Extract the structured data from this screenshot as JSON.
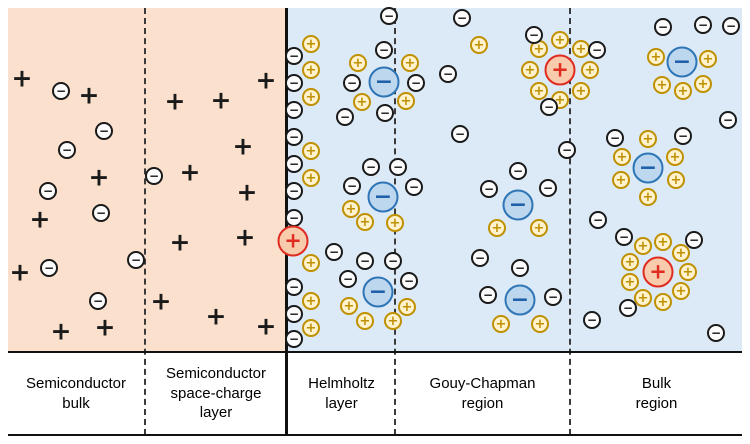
{
  "labels": {
    "semiconductor_bulk": "Semiconductor bulk",
    "space_charge": "Semiconductor space-charge layer",
    "helmholtz": "Helmholtz layer",
    "gouy_chapman": "Gouy-Chapman region",
    "bulk_region": "Bulk region"
  },
  "colors": {
    "semiconductor_bg": "#FAE0CD",
    "electrolyte_bg": "#DCE9F6",
    "gold_ion_border": "#BF9000",
    "gold_ion_fill": "#FFF2CC",
    "blue_ion_border": "#2E75B6",
    "blue_ion_fill": "#BDD7EE",
    "red_ion_border": "#E02B20",
    "red_ion_fill": "#F8CBAD"
  },
  "ion_glyphs": {
    "plus": "+",
    "minus": "−",
    "gplus": "+",
    "blue": "−",
    "red": "+"
  },
  "ion_names": {
    "plus": "positive-charge-symbol",
    "minus": "negative-ion-circle",
    "gplus": "positive-ion-circle",
    "blue": "solvated-negative-ion",
    "red": "solvated-positive-ion"
  },
  "ions": [
    [
      22,
      78,
      "plus"
    ],
    [
      89,
      95,
      "plus"
    ],
    [
      99,
      177,
      "plus"
    ],
    [
      40,
      219,
      "plus"
    ],
    [
      20,
      272,
      "plus"
    ],
    [
      61,
      331,
      "plus"
    ],
    [
      105,
      327,
      "plus"
    ],
    [
      61,
      91,
      "minus"
    ],
    [
      104,
      131,
      "minus"
    ],
    [
      67,
      150,
      "minus"
    ],
    [
      48,
      191,
      "minus"
    ],
    [
      101,
      213,
      "minus"
    ],
    [
      49,
      268,
      "minus"
    ],
    [
      98,
      301,
      "minus"
    ],
    [
      175,
      101,
      "plus"
    ],
    [
      221,
      100,
      "plus"
    ],
    [
      266,
      80,
      "plus"
    ],
    [
      190,
      172,
      "plus"
    ],
    [
      243,
      146,
      "plus"
    ],
    [
      247,
      192,
      "plus"
    ],
    [
      180,
      242,
      "plus"
    ],
    [
      245,
      237,
      "plus"
    ],
    [
      161,
      301,
      "plus"
    ],
    [
      216,
      316,
      "plus"
    ],
    [
      266,
      326,
      "plus"
    ],
    [
      154,
      176,
      "minus"
    ],
    [
      136,
      260,
      "minus"
    ],
    [
      294,
      56,
      "minus"
    ],
    [
      294,
      83,
      "minus"
    ],
    [
      294,
      110,
      "minus"
    ],
    [
      294,
      137,
      "minus"
    ],
    [
      294,
      164,
      "minus"
    ],
    [
      294,
      191,
      "minus"
    ],
    [
      294,
      218,
      "minus"
    ],
    [
      294,
      287,
      "minus"
    ],
    [
      294,
      314,
      "minus"
    ],
    [
      294,
      339,
      "minus"
    ],
    [
      311,
      44,
      "gplus"
    ],
    [
      311,
      70,
      "gplus"
    ],
    [
      311,
      97,
      "gplus"
    ],
    [
      311,
      151,
      "gplus"
    ],
    [
      311,
      178,
      "gplus"
    ],
    [
      311,
      263,
      "gplus"
    ],
    [
      311,
      301,
      "gplus"
    ],
    [
      311,
      328,
      "gplus"
    ],
    [
      293,
      241,
      "red"
    ],
    [
      384,
      82,
      "blue"
    ],
    [
      358,
      63,
      "gplus"
    ],
    [
      410,
      63,
      "gplus"
    ],
    [
      362,
      102,
      "gplus"
    ],
    [
      406,
      101,
      "gplus"
    ],
    [
      384,
      50,
      "minus"
    ],
    [
      352,
      83,
      "minus"
    ],
    [
      416,
      83,
      "minus"
    ],
    [
      385,
      113,
      "minus"
    ],
    [
      389,
      16,
      "minus"
    ],
    [
      560,
      70,
      "red"
    ],
    [
      590,
      70,
      "gplus"
    ],
    [
      581,
      91,
      "gplus"
    ],
    [
      560,
      100,
      "gplus"
    ],
    [
      539,
      91,
      "gplus"
    ],
    [
      530,
      70,
      "gplus"
    ],
    [
      539,
      49,
      "gplus"
    ],
    [
      560,
      40,
      "gplus"
    ],
    [
      581,
      49,
      "gplus"
    ],
    [
      534,
      35,
      "minus"
    ],
    [
      597,
      50,
      "minus"
    ],
    [
      549,
      107,
      "minus"
    ],
    [
      462,
      18,
      "minus"
    ],
    [
      479,
      45,
      "gplus"
    ],
    [
      682,
      62,
      "blue"
    ],
    [
      656,
      57,
      "gplus"
    ],
    [
      708,
      59,
      "gplus"
    ],
    [
      662,
      85,
      "gplus"
    ],
    [
      703,
      84,
      "gplus"
    ],
    [
      683,
      91,
      "gplus"
    ],
    [
      663,
      27,
      "minus"
    ],
    [
      703,
      25,
      "minus"
    ],
    [
      731,
      26,
      "minus"
    ],
    [
      383,
      197,
      "blue"
    ],
    [
      352,
      186,
      "minus"
    ],
    [
      414,
      187,
      "minus"
    ],
    [
      371,
      167,
      "minus"
    ],
    [
      398,
      167,
      "minus"
    ],
    [
      365,
      222,
      "gplus"
    ],
    [
      395,
      223,
      "gplus"
    ],
    [
      351,
      209,
      "gplus"
    ],
    [
      518,
      205,
      "blue"
    ],
    [
      518,
      171,
      "minus"
    ],
    [
      489,
      189,
      "minus"
    ],
    [
      548,
      188,
      "minus"
    ],
    [
      497,
      228,
      "gplus"
    ],
    [
      539,
      228,
      "gplus"
    ],
    [
      648,
      168,
      "blue"
    ],
    [
      622,
      157,
      "gplus"
    ],
    [
      675,
      157,
      "gplus"
    ],
    [
      621,
      180,
      "gplus"
    ],
    [
      676,
      180,
      "gplus"
    ],
    [
      648,
      139,
      "gplus"
    ],
    [
      648,
      197,
      "gplus"
    ],
    [
      615,
      138,
      "minus"
    ],
    [
      683,
      136,
      "minus"
    ],
    [
      378,
      292,
      "blue"
    ],
    [
      348,
      279,
      "minus"
    ],
    [
      409,
      281,
      "minus"
    ],
    [
      365,
      261,
      "minus"
    ],
    [
      393,
      261,
      "minus"
    ],
    [
      349,
      306,
      "gplus"
    ],
    [
      407,
      307,
      "gplus"
    ],
    [
      365,
      321,
      "gplus"
    ],
    [
      393,
      321,
      "gplus"
    ],
    [
      520,
      300,
      "blue"
    ],
    [
      488,
      295,
      "minus"
    ],
    [
      553,
      297,
      "minus"
    ],
    [
      520,
      268,
      "minus"
    ],
    [
      501,
      324,
      "gplus"
    ],
    [
      540,
      324,
      "gplus"
    ],
    [
      658,
      272,
      "red"
    ],
    [
      688,
      272,
      "gplus"
    ],
    [
      681,
      291,
      "gplus"
    ],
    [
      663,
      302,
      "gplus"
    ],
    [
      643,
      298,
      "gplus"
    ],
    [
      630,
      282,
      "gplus"
    ],
    [
      630,
      262,
      "gplus"
    ],
    [
      643,
      246,
      "gplus"
    ],
    [
      663,
      242,
      "gplus"
    ],
    [
      681,
      253,
      "gplus"
    ],
    [
      624,
      237,
      "minus"
    ],
    [
      694,
      240,
      "minus"
    ],
    [
      628,
      308,
      "minus"
    ],
    [
      448,
      74,
      "minus"
    ],
    [
      460,
      134,
      "minus"
    ],
    [
      345,
      117,
      "minus"
    ],
    [
      567,
      150,
      "minus"
    ],
    [
      598,
      220,
      "minus"
    ],
    [
      480,
      258,
      "minus"
    ],
    [
      592,
      320,
      "minus"
    ],
    [
      716,
      333,
      "minus"
    ],
    [
      728,
      120,
      "minus"
    ],
    [
      334,
      252,
      "minus"
    ]
  ]
}
